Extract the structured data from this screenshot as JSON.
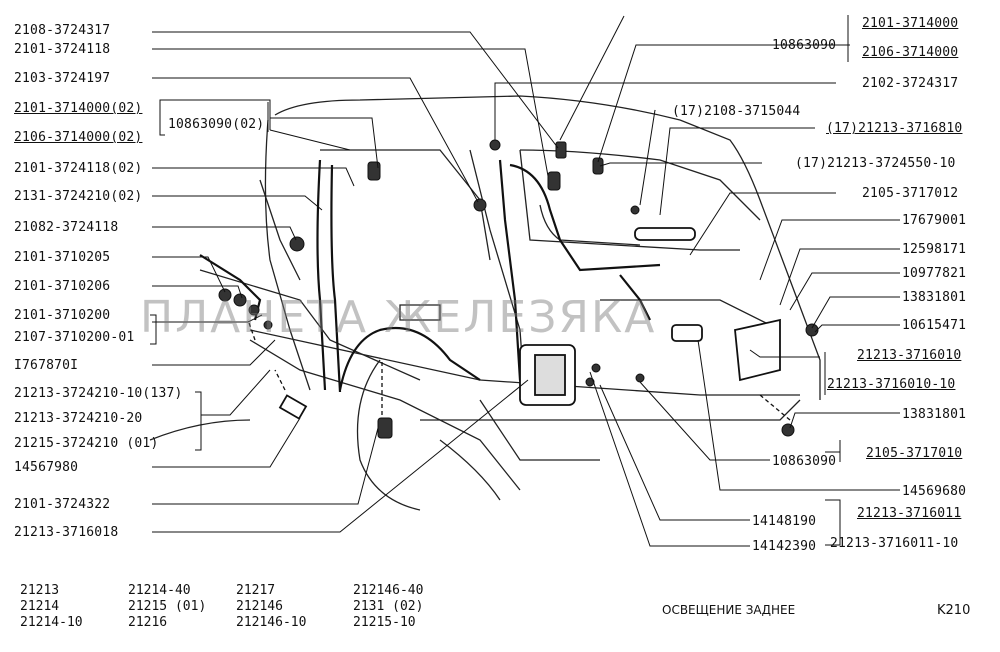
{
  "labels_left": [
    "2108-3724317",
    "2101-3724118",
    "2103-3724197",
    "2101-3714000(02)",
    "2106-3714000(02)",
    "2101-3724118(02)",
    "2131-3724210(02)",
    "21082-3724118",
    "2101-3710205",
    "2101-3710206",
    "2101-3710200",
    "2107-3710200-01",
    "I767870I",
    "21213-3724210-10(137)",
    "21213-3724210-20",
    "21215-3724210    (01)",
    "14567980",
    "2101-3724322",
    "21213-3716018"
  ],
  "label_mid": "10863090(02)",
  "labels_right": [
    "2101-3714000",
    "2106-3714000",
    "10863090",
    "2102-3724317",
    "(17)2108-3715044",
    "(17)21213-3716810",
    "(17)21213-3724550-10",
    "2105-3717012",
    "17679001",
    "12598171",
    "10977821",
    "13831801",
    "10615471",
    "21213-3716010",
    "21213-3716010-10",
    "13831801",
    "10863090",
    "2105-3717010",
    "14569680",
    "14148190",
    "14142390",
    "21213-3716011",
    "21213-3716011-10"
  ],
  "watermark": "ПЛАНЕТА ЖЕЛЕЗЯКА",
  "footer_models": [
    [
      "21213",
      "21214",
      "21214-10"
    ],
    [
      "21214-40",
      "21215    (01)",
      "21216"
    ],
    [
      "21217",
      "212146",
      "212146-10"
    ],
    [
      "212146-40",
      "2131     (02)",
      "21215-10"
    ]
  ],
  "footer_title": "ОСВЕЩЕНИЕ ЗАДНЕЕ",
  "footer_code": "K210"
}
